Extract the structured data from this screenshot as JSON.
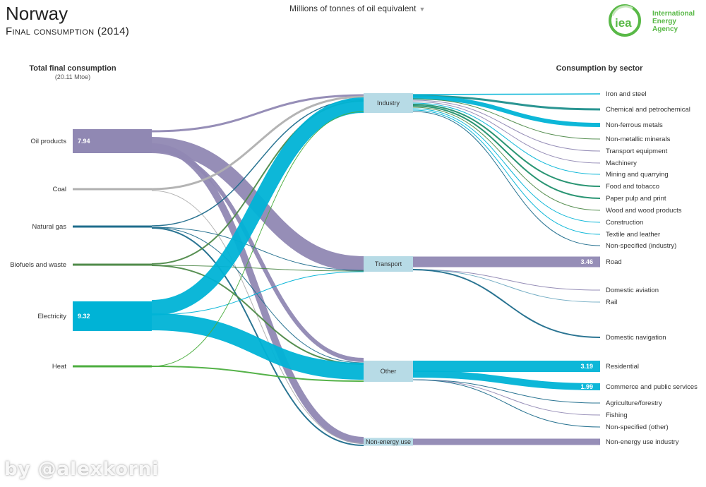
{
  "header": {
    "title": "Norway",
    "subtitle": "Final consumption (2014)",
    "unit_select": "Millions of tonnes of oil equivalent"
  },
  "logo": {
    "line1": "International",
    "line2": "Energy Agency",
    "mark": "iea"
  },
  "watermark": "by @alexkorni",
  "colors": {
    "oil": "#9088b3",
    "coal": "#b0b0b0",
    "gas": "#1f6d8c",
    "biofuels": "#4f8a4a",
    "electricity": "#00b3d6",
    "heat": "#4cae3f",
    "middle_node": "#b7dbe6"
  },
  "chart_data": {
    "type": "sankey",
    "left_header": "Total final consumption",
    "left_subheader": "(20.11 Mtoe)",
    "right_header": "Consumption by sector",
    "sources": [
      {
        "name": "Oil products",
        "value": 7.94,
        "label": "7.94",
        "color": "oil"
      },
      {
        "name": "Coal",
        "value": 0.6,
        "color": "coal"
      },
      {
        "name": "Natural gas",
        "value": 0.6,
        "color": "gas"
      },
      {
        "name": "Biofuels and waste",
        "value": 0.6,
        "color": "biofuels"
      },
      {
        "name": "Electricity",
        "value": 9.32,
        "label": "9.32",
        "color": "electricity"
      },
      {
        "name": "Heat",
        "value": 0.5,
        "color": "heat"
      }
    ],
    "sectors": [
      {
        "name": "Industry"
      },
      {
        "name": "Transport"
      },
      {
        "name": "Other"
      },
      {
        "name": "Non-energy use"
      }
    ],
    "subsectors": [
      {
        "name": "Iron and steel",
        "sector": "Industry"
      },
      {
        "name": "Chemical and petrochemical",
        "sector": "Industry"
      },
      {
        "name": "Non-ferrous metals",
        "sector": "Industry"
      },
      {
        "name": "Non-metallic minerals",
        "sector": "Industry"
      },
      {
        "name": "Transport equipment",
        "sector": "Industry"
      },
      {
        "name": "Machinery",
        "sector": "Industry"
      },
      {
        "name": "Mining and quarrying",
        "sector": "Industry"
      },
      {
        "name": "Food and tobacco",
        "sector": "Industry"
      },
      {
        "name": "Paper pulp and print",
        "sector": "Industry"
      },
      {
        "name": "Wood and wood products",
        "sector": "Industry"
      },
      {
        "name": "Construction",
        "sector": "Industry"
      },
      {
        "name": "Textile and leather",
        "sector": "Industry"
      },
      {
        "name": "Non-specified (industry)",
        "sector": "Industry"
      },
      {
        "name": "Road",
        "sector": "Transport",
        "value": 3.46,
        "label": "3.46"
      },
      {
        "name": "Domestic aviation",
        "sector": "Transport"
      },
      {
        "name": "Rail",
        "sector": "Transport"
      },
      {
        "name": "Domestic navigation",
        "sector": "Transport"
      },
      {
        "name": "Residential",
        "sector": "Other",
        "value": 3.19,
        "label": "3.19"
      },
      {
        "name": "Commerce and public services",
        "sector": "Other",
        "value": 1.99,
        "label": "1.99"
      },
      {
        "name": "Agriculture/forestry",
        "sector": "Other"
      },
      {
        "name": "Fishing",
        "sector": "Other"
      },
      {
        "name": "Non-specified (other)",
        "sector": "Other"
      },
      {
        "name": "Non-energy use industry",
        "sector": "Non-energy use"
      }
    ],
    "flows_source_to_sector": [
      {
        "source": "Oil products",
        "target": "Industry",
        "color": "oil"
      },
      {
        "source": "Oil products",
        "target": "Transport",
        "color": "oil"
      },
      {
        "source": "Oil products",
        "target": "Other",
        "color": "oil"
      },
      {
        "source": "Oil products",
        "target": "Non-energy use",
        "color": "oil"
      },
      {
        "source": "Coal",
        "target": "Industry",
        "color": "coal"
      },
      {
        "source": "Coal",
        "target": "Non-energy use",
        "color": "coal"
      },
      {
        "source": "Natural gas",
        "target": "Industry",
        "color": "gas"
      },
      {
        "source": "Natural gas",
        "target": "Transport",
        "color": "gas"
      },
      {
        "source": "Natural gas",
        "target": "Other",
        "color": "gas"
      },
      {
        "source": "Natural gas",
        "target": "Non-energy use",
        "color": "gas"
      },
      {
        "source": "Biofuels and waste",
        "target": "Industry",
        "color": "biofuels"
      },
      {
        "source": "Biofuels and waste",
        "target": "Transport",
        "color": "biofuels"
      },
      {
        "source": "Biofuels and waste",
        "target": "Other",
        "color": "biofuels"
      },
      {
        "source": "Electricity",
        "target": "Industry",
        "color": "electricity"
      },
      {
        "source": "Electricity",
        "target": "Transport",
        "color": "electricity"
      },
      {
        "source": "Electricity",
        "target": "Other",
        "color": "electricity"
      },
      {
        "source": "Heat",
        "target": "Industry",
        "color": "heat"
      },
      {
        "source": "Heat",
        "target": "Other",
        "color": "heat"
      }
    ]
  }
}
